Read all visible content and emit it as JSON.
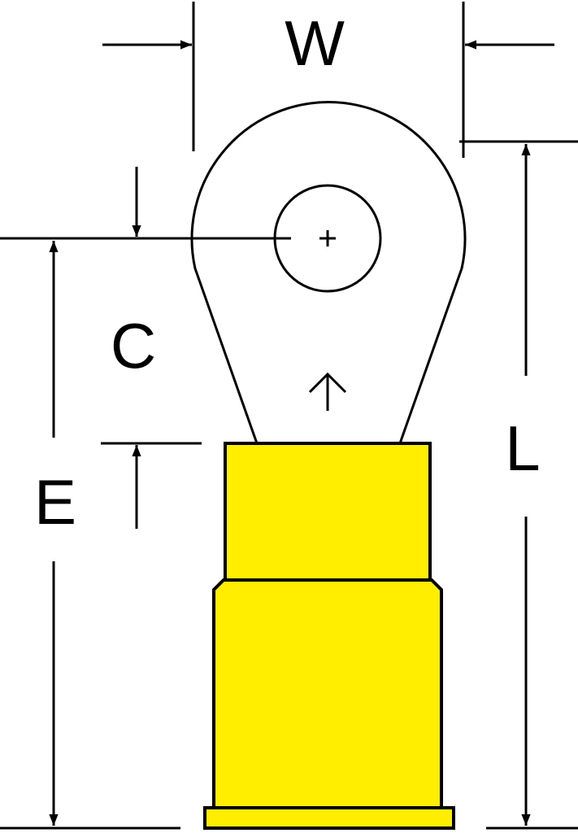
{
  "labels": {
    "w": "W",
    "c": "C",
    "e": "E",
    "l": "L"
  },
  "colors": {
    "insulation": "#FFEE00",
    "outline": "#000000",
    "background": "#FFFFFF"
  }
}
